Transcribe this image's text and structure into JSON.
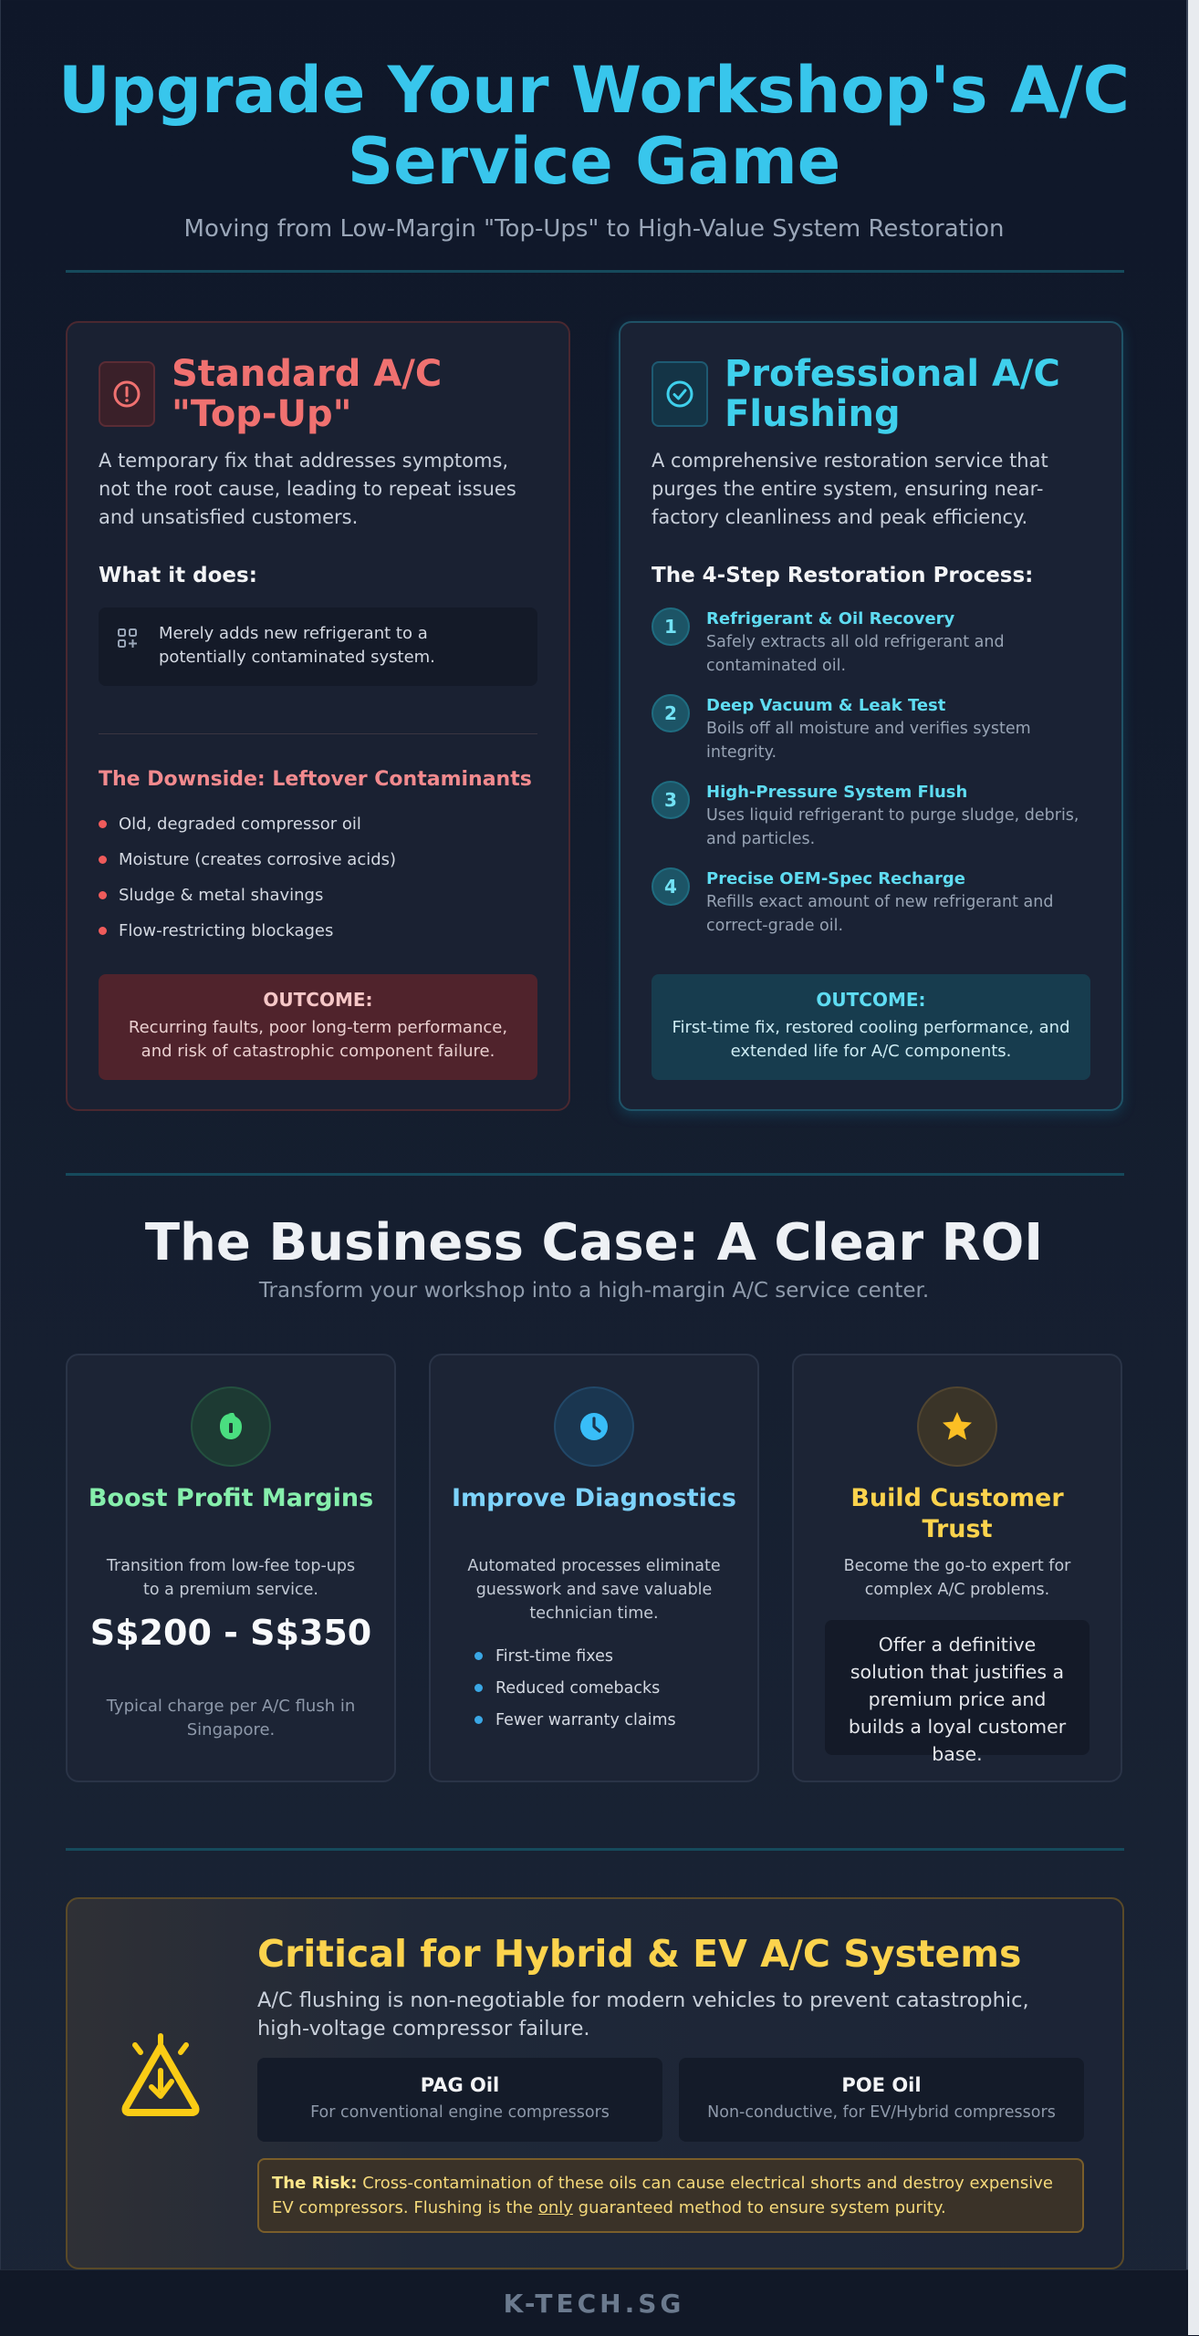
{
  "header": {
    "title": "Upgrade Your Workshop's A/C Service Game",
    "subtitle": "Moving from Low-Margin \"Top-Ups\" to High-Value System Restoration"
  },
  "standard": {
    "title": "Standard A/C \"Top-Up\"",
    "description": "A temporary fix that addresses symptoms, not the root cause, leading to repeat issues and unsatisfied customers.",
    "what_heading": "What it does:",
    "what_text": "Merely adds new refrigerant to a potentially contaminated system.",
    "downside_heading": "The Downside: Leftover Contaminants",
    "downsides": [
      "Old, degraded compressor oil",
      "Moisture (creates corrosive acids)",
      "Sludge & metal shavings",
      "Flow-restricting blockages"
    ],
    "outcome_label": "OUTCOME:",
    "outcome_text": "Recurring faults, poor long-term performance, and risk of catastrophic component failure."
  },
  "professional": {
    "title": "Professional A/C Flushing",
    "description": "A comprehensive restoration service that purges the entire system, ensuring near-factory cleanliness and peak efficiency.",
    "process_heading": "The 4-Step Restoration Process:",
    "steps": [
      {
        "num": "1",
        "title": "Refrigerant & Oil Recovery",
        "text": "Safely extracts all old refrigerant and contaminated oil."
      },
      {
        "num": "2",
        "title": "Deep Vacuum & Leak Test",
        "text": "Boils off all moisture and verifies system integrity."
      },
      {
        "num": "3",
        "title": "High-Pressure System Flush",
        "text": "Uses liquid refrigerant to purge sludge, debris, and particles."
      },
      {
        "num": "4",
        "title": "Precise OEM-Spec Recharge",
        "text": "Refills exact amount of new refrigerant and correct-grade oil."
      }
    ],
    "outcome_label": "OUTCOME:",
    "outcome_text": "First-time fix, restored cooling performance, and extended life for A/C components."
  },
  "business": {
    "title": "The Business Case: A Clear ROI",
    "subtitle": "Transform your workshop into a high-margin A/C service center.",
    "profit": {
      "title": "Boost Profit Margins",
      "text": "Transition from low-fee top-ups to a premium service.",
      "price": "S$200 - S$350",
      "price_note": "Typical charge per A/C flush in Singapore."
    },
    "diagnostics": {
      "title": "Improve Diagnostics",
      "text": "Automated processes eliminate guesswork and save valuable technician time.",
      "benefits": [
        "First-time fixes",
        "Reduced comebacks",
        "Fewer warranty claims"
      ]
    },
    "trust": {
      "title": "Build Customer Trust",
      "text": "Become the go-to expert for complex A/C problems.",
      "quote": "Offer a definitive solution that justifies a premium price and builds a loyal customer base."
    }
  },
  "ev": {
    "title": "Critical for Hybrid & EV A/C Systems",
    "description": "A/C flushing is non-negotiable for modern vehicles to prevent catastrophic, high-voltage compressor failure.",
    "oils": [
      {
        "name": "PAG Oil",
        "desc": "For conventional engine compressors"
      },
      {
        "name": "POE Oil",
        "desc": "Non-conductive, for EV/Hybrid compressors"
      }
    ],
    "risk_label": "The Risk:",
    "risk_text_1": "Cross-contamination of these oils can cause electrical shorts and destroy expensive EV compressors. Flushing is the",
    "risk_emphasis": "only",
    "risk_text_2": "guaranteed method to ensure system purity."
  },
  "footer": {
    "brand": "K-TECH.SG"
  },
  "colors": {
    "accent_teal": "#38c6ec",
    "warning_red": "#f07170",
    "profit_green": "#4ade80",
    "diagnostic_blue": "#38bdf8",
    "trust_gold": "#fbbf24",
    "ev_yellow": "#fcd34d"
  },
  "icons": {
    "standard": "alert-circle-icon",
    "professional": "check-circle-icon",
    "what_it_does": "apps-plus-icon",
    "profit": "money-icon",
    "diagnostics": "clock-icon",
    "trust": "star-icon",
    "ev": "warning-triangle-icon"
  }
}
